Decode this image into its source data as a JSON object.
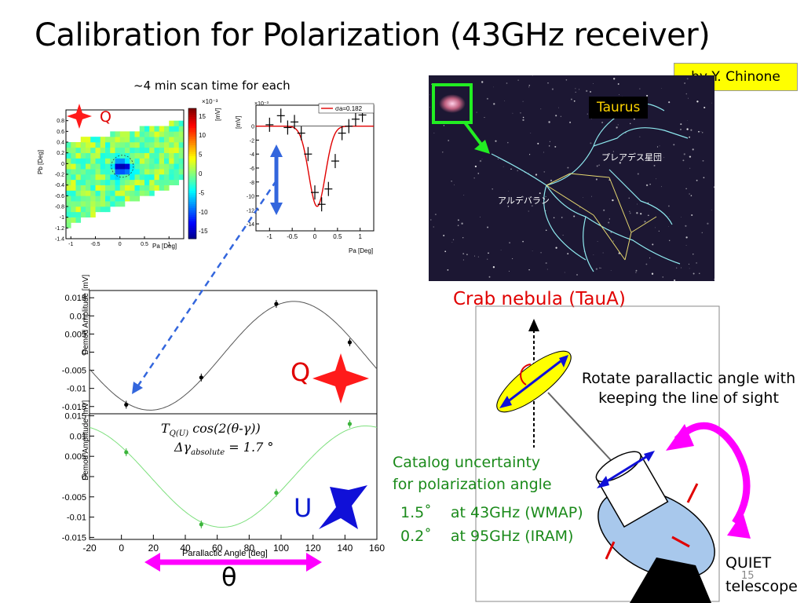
{
  "title": "Calibration for Polarization (43GHz receiver)",
  "credit": "by Y. Chinone",
  "scan_note": "~4 min scan time for each",
  "sky": {
    "label": "Taurus",
    "aldebaran": "アルデバラン",
    "pleiades": "プレアデス星団"
  },
  "crab_title": "Crab nebula (TauA)",
  "rotate_text": "Rotate parallactic angle with keeping the line of sight",
  "catalog": {
    "line1": "Catalog uncertainty",
    "line2": "for polarization angle",
    "line3": "1.5˚    at 43GHz (WMAP)",
    "line4": "0.2˚    at 95GHz (IRAM)"
  },
  "telescope": {
    "line1": "QUIET",
    "line2": "telescope"
  },
  "page_number": "15",
  "theta": "θ",
  "q_label": "Q",
  "u_label": "U",
  "formula": {
    "line1": "T_Q(U) cos(2(θ-γ))",
    "line2": "Δγ_absolute = 1.7 °"
  },
  "colors": {
    "red": "#ff1a1a",
    "blue": "#1010d8",
    "magenta": "#ff00ff",
    "green_text": "#1a8a1a",
    "fit_green": "#7fe07f"
  },
  "chart_data": [
    {
      "type": "heatmap",
      "xlabel": "Pa [Deg]",
      "ylabel": "Pb [Deg]",
      "xticks": [
        "-1",
        "-0.5",
        "0",
        "0.5",
        "1"
      ],
      "yticks": [
        "0.8",
        "0.6",
        "0.4",
        "0.2",
        "0",
        "-0.2",
        "-0.4",
        "-0.6",
        "-0.8",
        "-1",
        "-1.2",
        "-1.4"
      ],
      "colorbar_label": "[mV]",
      "colorbar_exponent": "×10⁻³",
      "colorbar_ticks": [
        "15",
        "10",
        "5",
        "0",
        "-5",
        "-10",
        "-15"
      ],
      "xlim": [
        -1.1,
        1.3
      ],
      "ylim": [
        -1.4,
        1.0
      ],
      "clim": [
        -17,
        17
      ],
      "marker_label": "Q"
    },
    {
      "type": "scatter",
      "ylabel": "[mV]",
      "y_exponent": "×10⁻³",
      "xlabel": "Pa [Deg]",
      "legend": "σa=0.182",
      "xticks": [
        "-1",
        "-0.5",
        "0",
        "0.5",
        "1"
      ],
      "yticks": [
        "0",
        "-2",
        "-4",
        "-6",
        "-8",
        "-10",
        "-12",
        "-14"
      ],
      "xlim": [
        -1.3,
        1.3
      ],
      "ylim": [
        -15,
        3
      ],
      "x": [
        -1.0,
        -0.75,
        -0.6,
        -0.45,
        -0.3,
        -0.15,
        0.0,
        0.15,
        0.3,
        0.45,
        0.6,
        0.75,
        0.9,
        1.05
      ],
      "y": [
        0.2,
        1.5,
        -0.2,
        0.6,
        -1.0,
        -4.0,
        -9.5,
        -11.2,
        -9.0,
        -5.0,
        -1.0,
        0.0,
        1.0,
        1.6
      ],
      "fit": {
        "amplitude": -11.5,
        "center": 0.05,
        "sigma": 0.182
      }
    },
    {
      "type": "line",
      "ylabel": "Demod Amplitude [mV]",
      "xlim": [
        -20,
        160
      ],
      "ylim": [
        -0.017,
        0.017
      ],
      "yticks": [
        "0.015",
        "0.01",
        "0.005",
        "0",
        "-0.005",
        "-0.01",
        "-0.015"
      ],
      "x": [
        3,
        50,
        97,
        143
      ],
      "y": [
        -0.0145,
        -0.007,
        0.0133,
        0.0027
      ],
      "fit": {
        "amplitude": 0.015,
        "offset": -0.001,
        "phase_deg": 108
      },
      "series_color": "#555555",
      "label": "Q"
    },
    {
      "type": "line",
      "ylabel": "Demod Amplitude [mV]",
      "xlabel": "Parallactic Angle [deg]",
      "xlim": [
        -20,
        160
      ],
      "ylim": [
        -0.0155,
        0.0155
      ],
      "xticks": [
        "-20",
        "0",
        "20",
        "40",
        "60",
        "80",
        "100",
        "120",
        "140",
        "160"
      ],
      "yticks": [
        "0.015",
        "0.01",
        "0.005",
        "0",
        "-0.005",
        "-0.01",
        "-0.015"
      ],
      "x": [
        3,
        50,
        97,
        143
      ],
      "y": [
        0.006,
        -0.0118,
        -0.004,
        0.013
      ],
      "fit": {
        "amplitude": 0.0125,
        "offset": 0.0,
        "phase_deg": 153
      },
      "series_color": "#7fe07f",
      "label": "U"
    }
  ]
}
